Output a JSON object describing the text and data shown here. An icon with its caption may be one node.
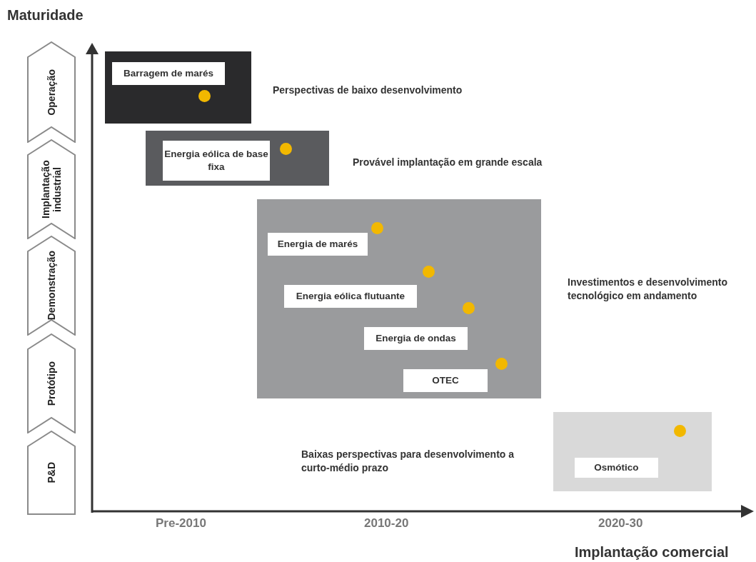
{
  "diagram": {
    "nodes": [
      {
        "text": [
          "Operação"
        ]
      },
      {
        "text": [
          "Implantação industrial"
        ]
      },
      {
        "text": [
          "Demonstração"
        ]
      },
      {
        "text": [
          "Protótipo"
        ]
      },
      {
        "text": [
          "P&D"
        ]
      },
      {
        "text": [],
        "shape": "box"
      },
      {
        "text": [
          "Barragem de marés"
        ],
        "in": 5
      },
      {
        "text": [],
        "shape": "box"
      },
      {
        "text": [
          "Energia eólica de base fixa"
        ],
        "in": 7
      },
      {
        "text": [],
        "shape": "box"
      },
      {
        "text": [
          "Energia de marés"
        ],
        "in": 9
      },
      {
        "text": [
          "Energia eólica flutuante"
        ],
        "in": 9
      },
      {
        "text": [
          "Energia de ondas"
        ],
        "in": 9
      },
      {
        "text": [
          "OTEC"
        ],
        "in": 9
      },
      {
        "text": [],
        "shape": "box"
      },
      {
        "text": [
          "Osmótico"
        ],
        "in": 14
      }
    ],
    "labels": [
      "Maturidade",
      "Perspectivas de baixo desenvolvimento",
      "Provável implantação em grande escala",
      "Investimentos e desenvolvimento tecnológico em andamento",
      "Baixas perspectivas para desenvolvimento a curto-médio prazo",
      "Pre-2010",
      "2010-20",
      "2020-30",
      "Implantação comercial"
    ]
  }
}
